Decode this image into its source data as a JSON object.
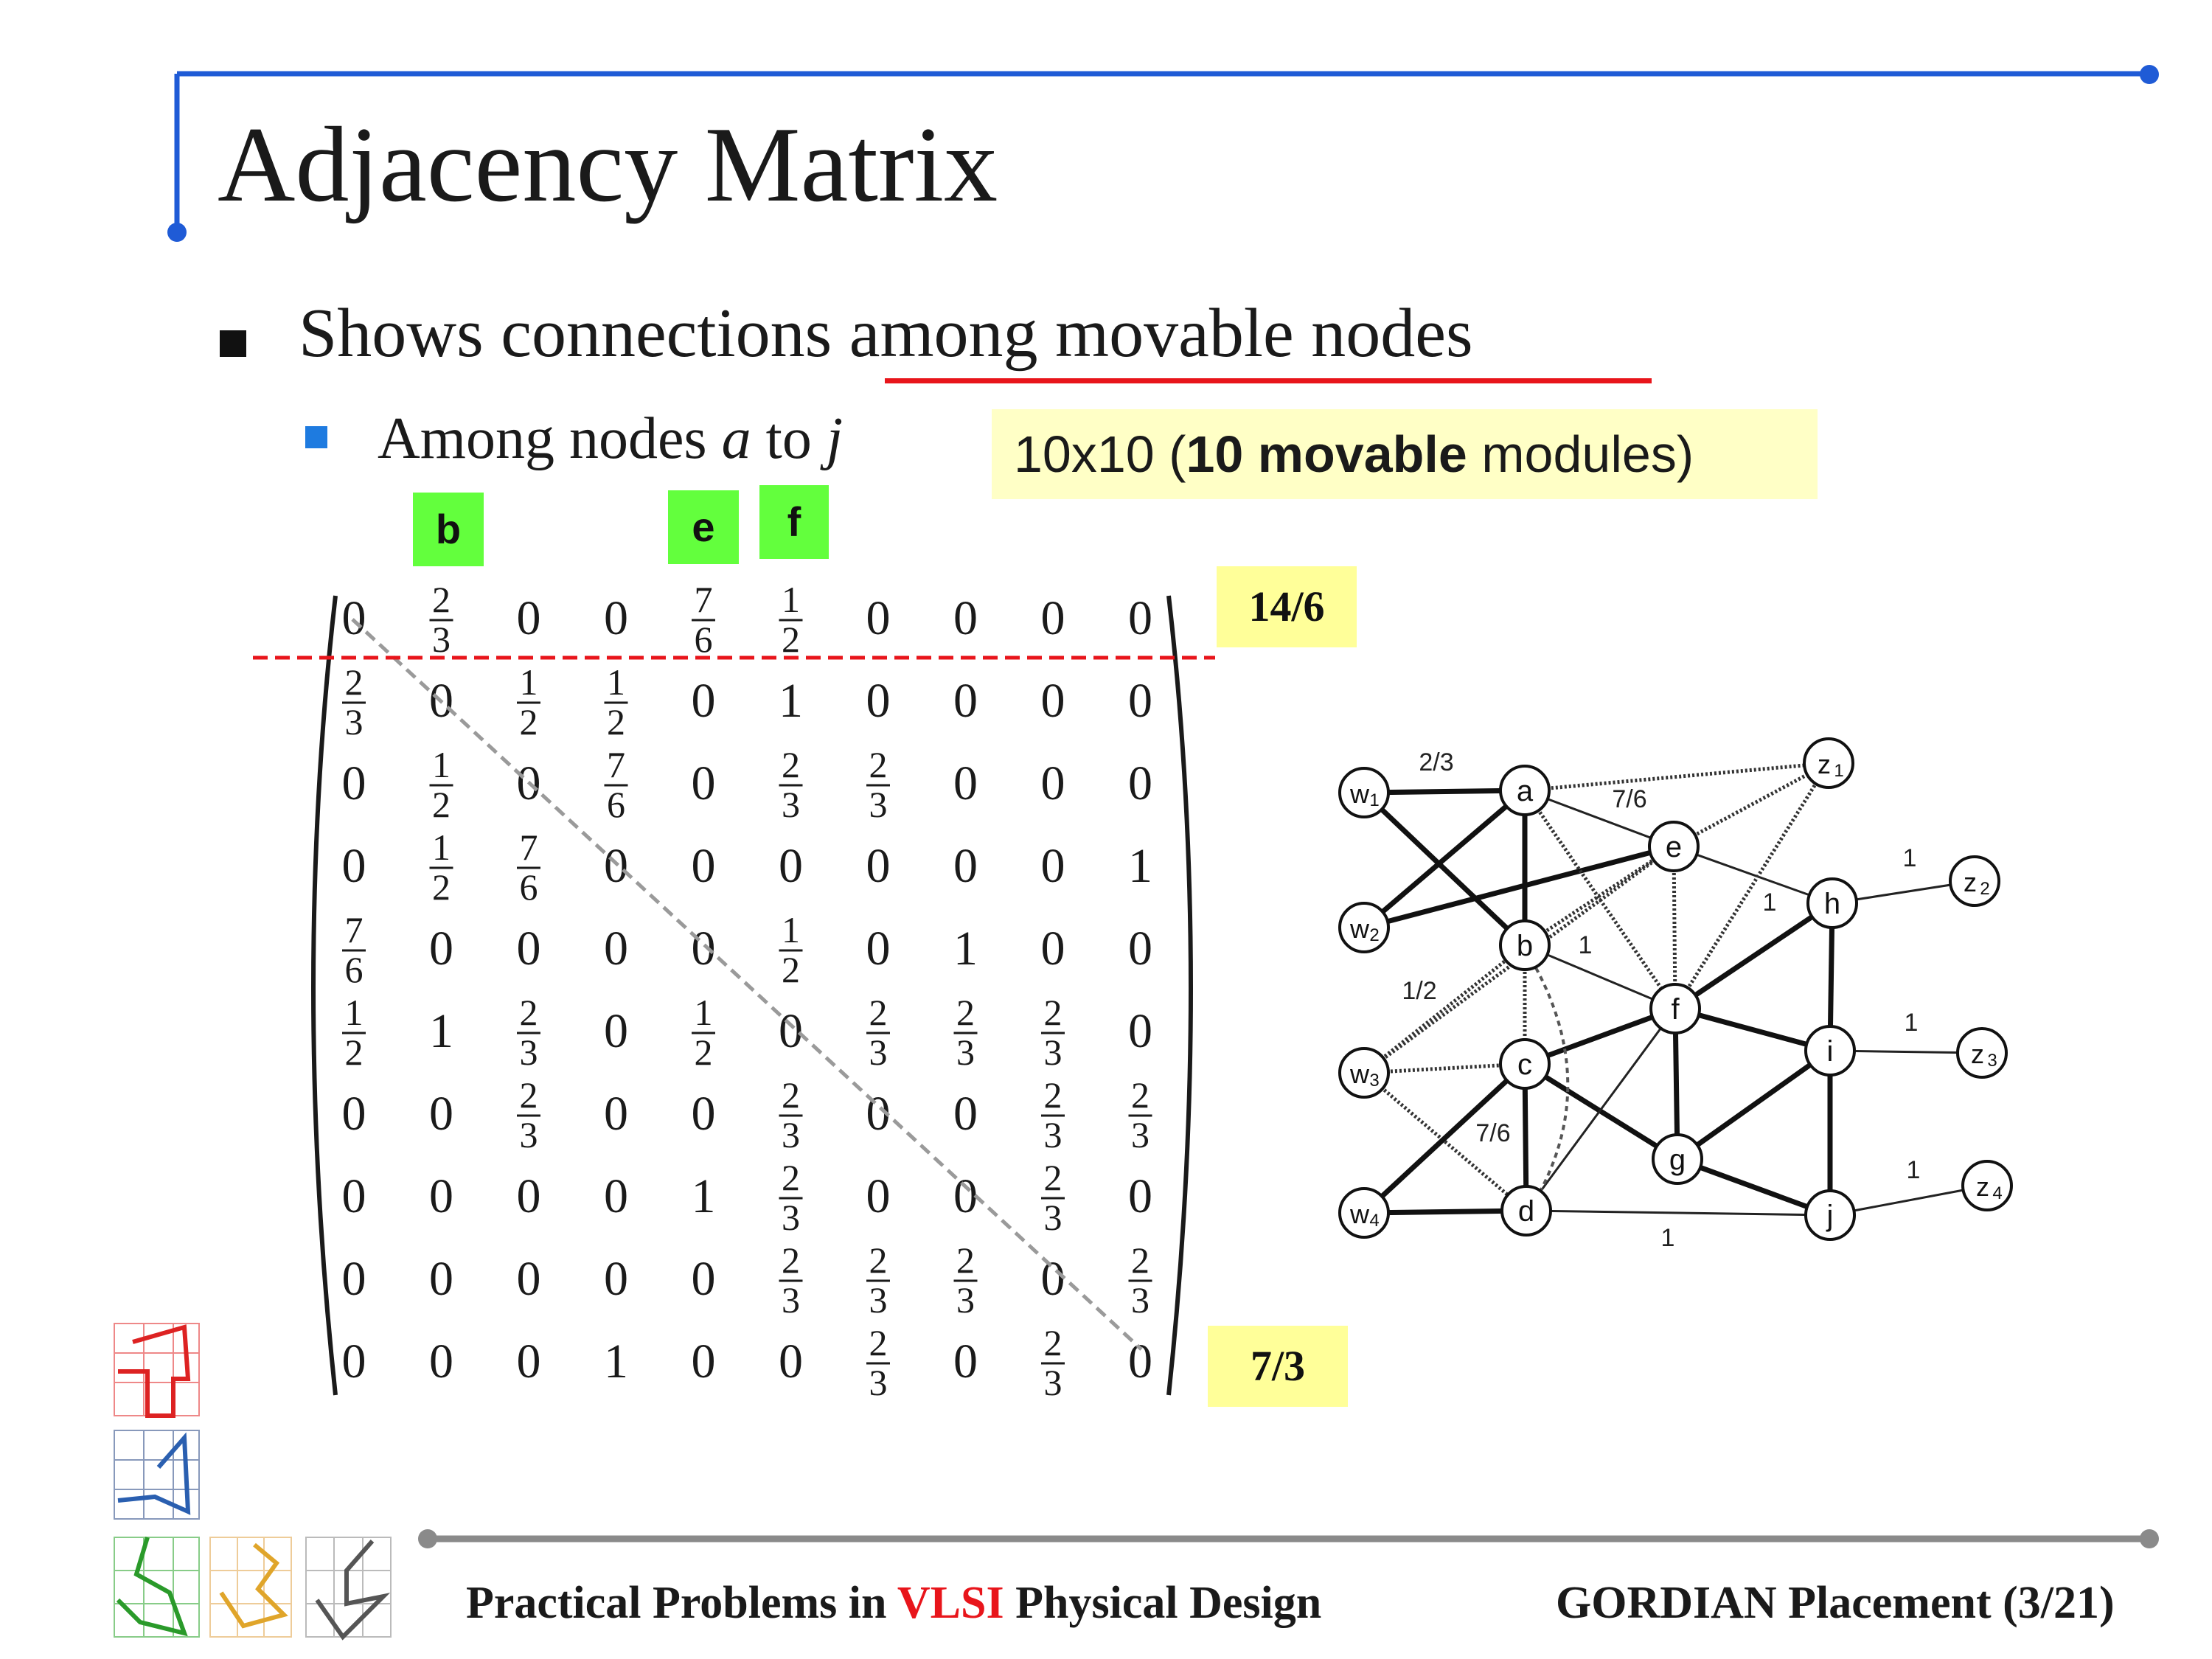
{
  "slide": {
    "title": "Adjacency Matrix",
    "bullet1": "Shows connections among movable nodes",
    "bullet2": {
      "prefix": "Among nodes ",
      "var_a": "a",
      "mid": " to ",
      "var_j": "j"
    },
    "note": {
      "pre": "10x10 (",
      "bold": "10 movable",
      "post": " modules)"
    },
    "column_labels": [
      "b",
      "e",
      "f"
    ],
    "row_sum_first": "14/6",
    "row_sum_last": "7/3",
    "footer": {
      "left_pre": "Practical Problems in ",
      "left_red": "VLSI",
      "left_post": " Physical Design",
      "right": "GORDIAN Placement (3/21)"
    },
    "colors": {
      "frame": "#1f5bd6",
      "red_accent": "#e8151b",
      "bullet_blue": "#1e7be0",
      "green_label": "#63ff3d",
      "yellow_label": "#ffff99",
      "note_bg": "#ffffc6"
    }
  },
  "matrix": {
    "rows": [
      [
        "0",
        "2/3",
        "0",
        "0",
        "7/6",
        "1/2",
        "0",
        "0",
        "0",
        "0"
      ],
      [
        "2/3",
        "0",
        "1/2",
        "1/2",
        "0",
        "1",
        "0",
        "0",
        "0",
        "0"
      ],
      [
        "0",
        "1/2",
        "0",
        "7/6",
        "0",
        "2/3",
        "2/3",
        "0",
        "0",
        "0"
      ],
      [
        "0",
        "1/2",
        "7/6",
        "0",
        "0",
        "0",
        "0",
        "0",
        "0",
        "1"
      ],
      [
        "7/6",
        "0",
        "0",
        "0",
        "0",
        "1/2",
        "0",
        "1",
        "0",
        "0"
      ],
      [
        "1/2",
        "1",
        "2/3",
        "0",
        "1/2",
        "0",
        "2/3",
        "2/3",
        "2/3",
        "0"
      ],
      [
        "0",
        "0",
        "2/3",
        "0",
        "0",
        "2/3",
        "0",
        "0",
        "2/3",
        "2/3"
      ],
      [
        "0",
        "0",
        "0",
        "0",
        "1",
        "2/3",
        "0",
        "0",
        "2/3",
        "0"
      ],
      [
        "0",
        "0",
        "0",
        "0",
        "0",
        "2/3",
        "2/3",
        "2/3",
        "0",
        "2/3"
      ],
      [
        "0",
        "0",
        "0",
        "1",
        "0",
        "0",
        "2/3",
        "0",
        "2/3",
        "0"
      ]
    ]
  },
  "graph": {
    "nodes": [
      {
        "id": "w1",
        "label": "w",
        "sub": "1"
      },
      {
        "id": "w2",
        "label": "w",
        "sub": "2"
      },
      {
        "id": "w3",
        "label": "w",
        "sub": "3"
      },
      {
        "id": "w4",
        "label": "w",
        "sub": "4"
      },
      {
        "id": "a",
        "label": "a",
        "sub": ""
      },
      {
        "id": "b",
        "label": "b",
        "sub": ""
      },
      {
        "id": "c",
        "label": "c",
        "sub": ""
      },
      {
        "id": "d",
        "label": "d",
        "sub": ""
      },
      {
        "id": "e",
        "label": "e",
        "sub": ""
      },
      {
        "id": "f",
        "label": "f",
        "sub": ""
      },
      {
        "id": "g",
        "label": "g",
        "sub": ""
      },
      {
        "id": "h",
        "label": "h",
        "sub": ""
      },
      {
        "id": "i",
        "label": "i",
        "sub": ""
      },
      {
        "id": "j",
        "label": "j",
        "sub": ""
      },
      {
        "id": "z1",
        "label": "z",
        "sub": "1"
      },
      {
        "id": "z2",
        "label": "z",
        "sub": "2"
      },
      {
        "id": "z3",
        "label": "z",
        "sub": "3"
      },
      {
        "id": "z4",
        "label": "z",
        "sub": "4"
      }
    ],
    "edges": [
      {
        "from": "w1",
        "to": "a",
        "style": "thick",
        "label": "2/3"
      },
      {
        "from": "w1",
        "to": "b",
        "style": "thick",
        "label": ""
      },
      {
        "from": "w2",
        "to": "a",
        "style": "thick",
        "label": ""
      },
      {
        "from": "w2",
        "to": "e",
        "style": "thick",
        "label": ""
      },
      {
        "from": "w3",
        "to": "b",
        "style": "dotted",
        "label": "1/2"
      },
      {
        "from": "w3",
        "to": "c",
        "style": "dotted",
        "label": ""
      },
      {
        "from": "w3",
        "to": "d",
        "style": "dotted",
        "label": "7/6"
      },
      {
        "from": "w4",
        "to": "c",
        "style": "thick",
        "label": ""
      },
      {
        "from": "w4",
        "to": "d",
        "style": "thick",
        "label": ""
      },
      {
        "from": "a",
        "to": "b",
        "style": "thick",
        "label": ""
      },
      {
        "from": "a",
        "to": "e",
        "style": "thin",
        "label": "7/6"
      },
      {
        "from": "a",
        "to": "z1",
        "style": "dotted",
        "label": ""
      },
      {
        "from": "a",
        "to": "f",
        "style": "dotted",
        "label": ""
      },
      {
        "from": "b",
        "to": "f",
        "style": "thin",
        "label": "1"
      },
      {
        "from": "b",
        "to": "c",
        "style": "dotted",
        "label": ""
      },
      {
        "from": "b",
        "to": "e",
        "style": "dotted",
        "label": ""
      },
      {
        "from": "w3",
        "to": "e",
        "style": "dotted",
        "label": ""
      },
      {
        "from": "c",
        "to": "d",
        "style": "thick",
        "label": ""
      },
      {
        "from": "c",
        "to": "f",
        "style": "thick",
        "label": ""
      },
      {
        "from": "c",
        "to": "g",
        "style": "thick",
        "label": ""
      },
      {
        "from": "e",
        "to": "f",
        "style": "dotted",
        "label": ""
      },
      {
        "from": "e",
        "to": "h",
        "style": "thin",
        "label": "1"
      },
      {
        "from": "e",
        "to": "z1",
        "style": "dotted",
        "label": ""
      },
      {
        "from": "f",
        "to": "z1",
        "style": "dotted",
        "label": ""
      },
      {
        "from": "f",
        "to": "h",
        "style": "thick",
        "label": ""
      },
      {
        "from": "f",
        "to": "i",
        "style": "thick",
        "label": ""
      },
      {
        "from": "f",
        "to": "g",
        "style": "thick",
        "label": ""
      },
      {
        "from": "f",
        "to": "d",
        "style": "thin",
        "label": ""
      },
      {
        "from": "h",
        "to": "i",
        "style": "thick",
        "label": ""
      },
      {
        "from": "h",
        "to": "z2",
        "style": "thin",
        "label": "1"
      },
      {
        "from": "i",
        "to": "g",
        "style": "thick",
        "label": ""
      },
      {
        "from": "i",
        "to": "j",
        "style": "thick",
        "label": ""
      },
      {
        "from": "i",
        "to": "z3",
        "style": "thin",
        "label": "1"
      },
      {
        "from": "g",
        "to": "j",
        "style": "thick",
        "label": ""
      },
      {
        "from": "d",
        "to": "j",
        "style": "thin",
        "label": "1"
      },
      {
        "from": "j",
        "to": "z4",
        "style": "thin",
        "label": "1"
      }
    ]
  }
}
